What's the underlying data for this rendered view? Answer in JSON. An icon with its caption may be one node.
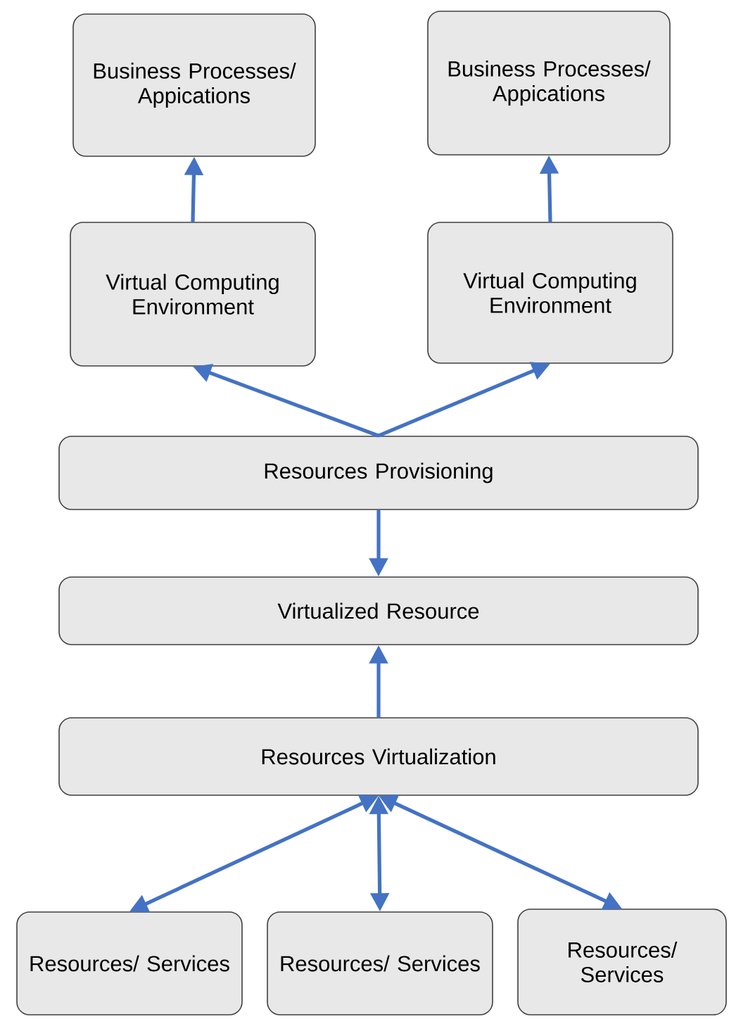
{
  "diagram": {
    "nodes": [
      {
        "text": [
          "Business Processes/ Appications"
        ]
      },
      {
        "text": [
          "Business Processes/ Appications"
        ]
      },
      {
        "text": [
          "Virtual Computing Environment"
        ]
      },
      {
        "text": [
          "Virtual Computing Environment"
        ]
      },
      {
        "text": [
          "Resources Provisioning"
        ]
      },
      {
        "text": [
          "Virtualized Resource"
        ]
      },
      {
        "text": [
          "Resources Virtualization"
        ]
      },
      {
        "text": [
          "Resources/ Services"
        ]
      },
      {
        "text": [
          "Resources/ Services"
        ]
      },
      {
        "text": [
          "Resources/ Services"
        ]
      }
    ],
    "edges": [
      {
        "from": 2,
        "to": 0,
        "arrow": "to"
      },
      {
        "from": 3,
        "to": 1,
        "arrow": "to"
      },
      {
        "from": 4,
        "to": 2,
        "arrow": "to"
      },
      {
        "from": 4,
        "to": 3,
        "arrow": "to"
      },
      {
        "from": 4,
        "to": 5,
        "arrow": "to"
      },
      {
        "from": 6,
        "to": 5,
        "arrow": "to"
      },
      {
        "from": 6,
        "to": 7,
        "arrow": "both"
      },
      {
        "from": 6,
        "to": 8,
        "arrow": "both"
      },
      {
        "from": 6,
        "to": 9,
        "arrow": "both"
      }
    ]
  }
}
